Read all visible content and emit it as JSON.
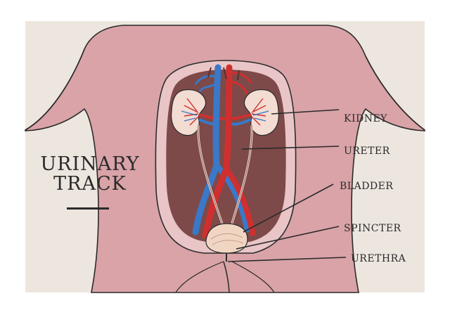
{
  "title": {
    "line1": "URINARY",
    "line2": "TRACK"
  },
  "labels": {
    "kidney": "KIDNEY",
    "ureter": "URETER",
    "bladder": "BLADDER",
    "spincter": "SPINCTER",
    "urethra": "URETHRA"
  },
  "colors": {
    "background": "#ede6df",
    "skin": "#d9a3a8",
    "cavity": "#7d4a49",
    "artery": "#cf2f2f",
    "vein": "#3a78c8",
    "kidney": "#f3dcd2",
    "ink": "#2a2a2a"
  }
}
